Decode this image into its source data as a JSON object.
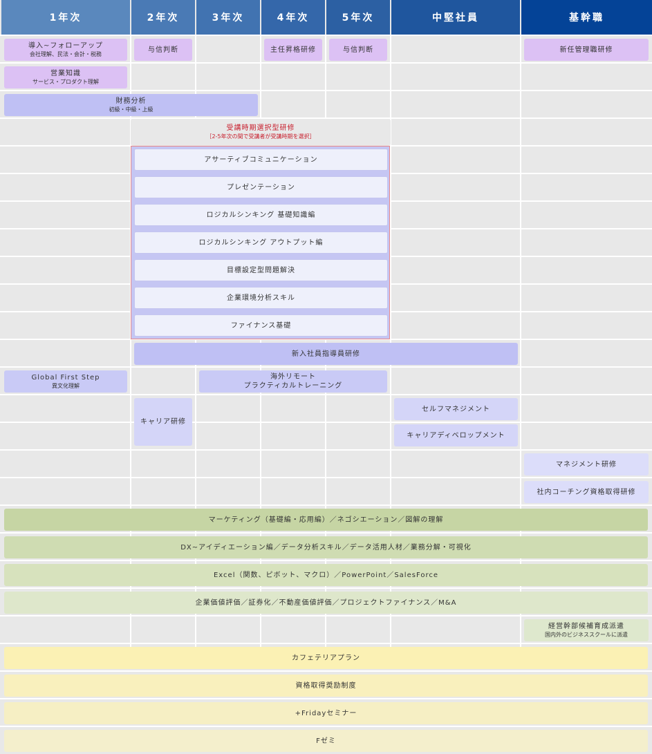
{
  "header": [
    "1年次",
    "2年次",
    "3年次",
    "4年次",
    "5年次",
    "中堅社員",
    "基幹職"
  ],
  "header_colors": [
    "#5a88bd",
    "#4a7ab5",
    "#4173b1",
    "#3467aa",
    "#2c60a3",
    "#1f569e",
    "#044397"
  ],
  "rows": {
    "intro": {
      "title": "導入~フォローアップ",
      "sub": "会社理解、民法・会計・税務"
    },
    "credit2": "与信判断",
    "promo": "主任昇格研修",
    "credit5": "与信判断",
    "newmgr": "新任管理職研修",
    "sales": {
      "title": "営業知識",
      "sub": "サービス・プロダクト理解"
    },
    "finance": {
      "title": "財務分析",
      "sub": "初級・中級・上級"
    },
    "elective": {
      "title": "受講時期選択型研修",
      "sub": "［2-5年次の間で受講者が受講時期を選択］"
    },
    "elective_items": [
      "アサーティブコミュニケーション",
      "プレゼンテーション",
      "ロジカルシンキング 基礎知識編",
      "ロジカルシンキング アウトプット編",
      "目標設定型問題解決",
      "企業環境分析スキル",
      "ファイナンス基礎"
    ],
    "mentor": "新入社員指導員研修",
    "global": {
      "title": "Global First Step",
      "sub": "異文化理解"
    },
    "overseas": {
      "line1": "海外リモート",
      "line2": "プラクティカルトレーニング"
    },
    "career": "キャリア研修",
    "selfmgmt": "セルフマネジメント",
    "careerdev": "キャリアディベロップメント",
    "mgmt": "マネジメント研修",
    "coaching": "社内コーチング資格取得研修",
    "marketing": "マーケティング（基礎編・応用編）／ネゴシエーション／図解の理解",
    "dx": "DX~アイディエーション編／データ分析スキル／データ活用人材／業務分解・可視化",
    "excel": "Excel（関数、ピボット、マクロ）／PowerPoint／SalesForce",
    "valuation": "企業価値評価／証券化／不動産価値評価／プロジェクトファイナンス／M&A",
    "exec": {
      "title": "経営幹部候補育成派遣",
      "sub": "国内外のビジネススクールに派遣"
    },
    "cafeteria": "カフェテリアプラン",
    "license": "資格取得奨励制度",
    "friday": "+Fridayセミナー",
    "fzemi": "Fゼミ"
  }
}
